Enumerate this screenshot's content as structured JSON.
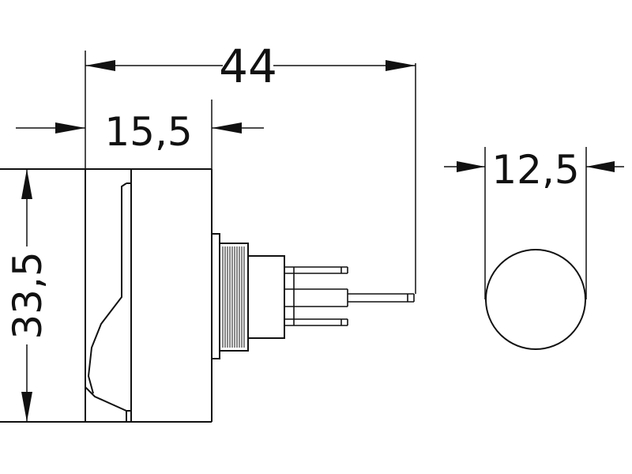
{
  "drawing": {
    "line_color": "#111111",
    "background_color": "#ffffff",
    "dimensions": {
      "overall_length": "44",
      "body_length": "15,5",
      "height": "33,5",
      "hole_diameter": "12,5"
    }
  }
}
